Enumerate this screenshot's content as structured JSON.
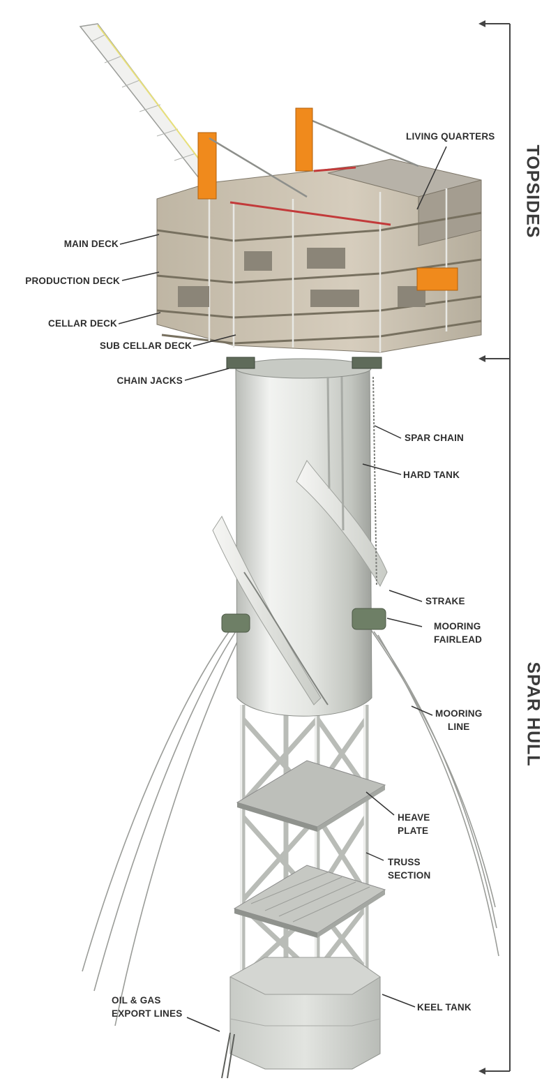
{
  "sections": {
    "topsides": "TOPSIDES",
    "spar_hull": "SPAR HULL"
  },
  "labels": {
    "living_quarters": "LIVING QUARTERS",
    "main_deck": "MAIN DECK",
    "production_deck": "PRODUCTION DECK",
    "cellar_deck": "CELLAR DECK",
    "sub_cellar_deck": "SUB CELLAR DECK",
    "chain_jacks": "CHAIN JACKS",
    "spar_chain": "SPAR CHAIN",
    "hard_tank": "HARD TANK",
    "strake": "STRAKE",
    "mooring_fairlead_1": "MOORING",
    "mooring_fairlead_2": "FAIRLEAD",
    "mooring_line_1": "MOORING",
    "mooring_line_2": "LINE",
    "heave_plate_1": "HEAVE",
    "heave_plate_2": "PLATE",
    "truss_section_1": "TRUSS",
    "truss_section_2": "SECTION",
    "oil_gas_1": "OIL & GAS",
    "oil_gas_2": "EXPORT LINES",
    "keel_tank": "KEEL TANK"
  },
  "colors": {
    "label_text": "#2e2e2e",
    "leader_line": "#333333",
    "hull_light": "#e9ebe8",
    "hull_shadow": "#9ea19c",
    "deck": "#c9bfae",
    "crane_orange": "#f08a1c",
    "fairlead_green": "#6e7f66",
    "truss": "#d8dad6"
  }
}
